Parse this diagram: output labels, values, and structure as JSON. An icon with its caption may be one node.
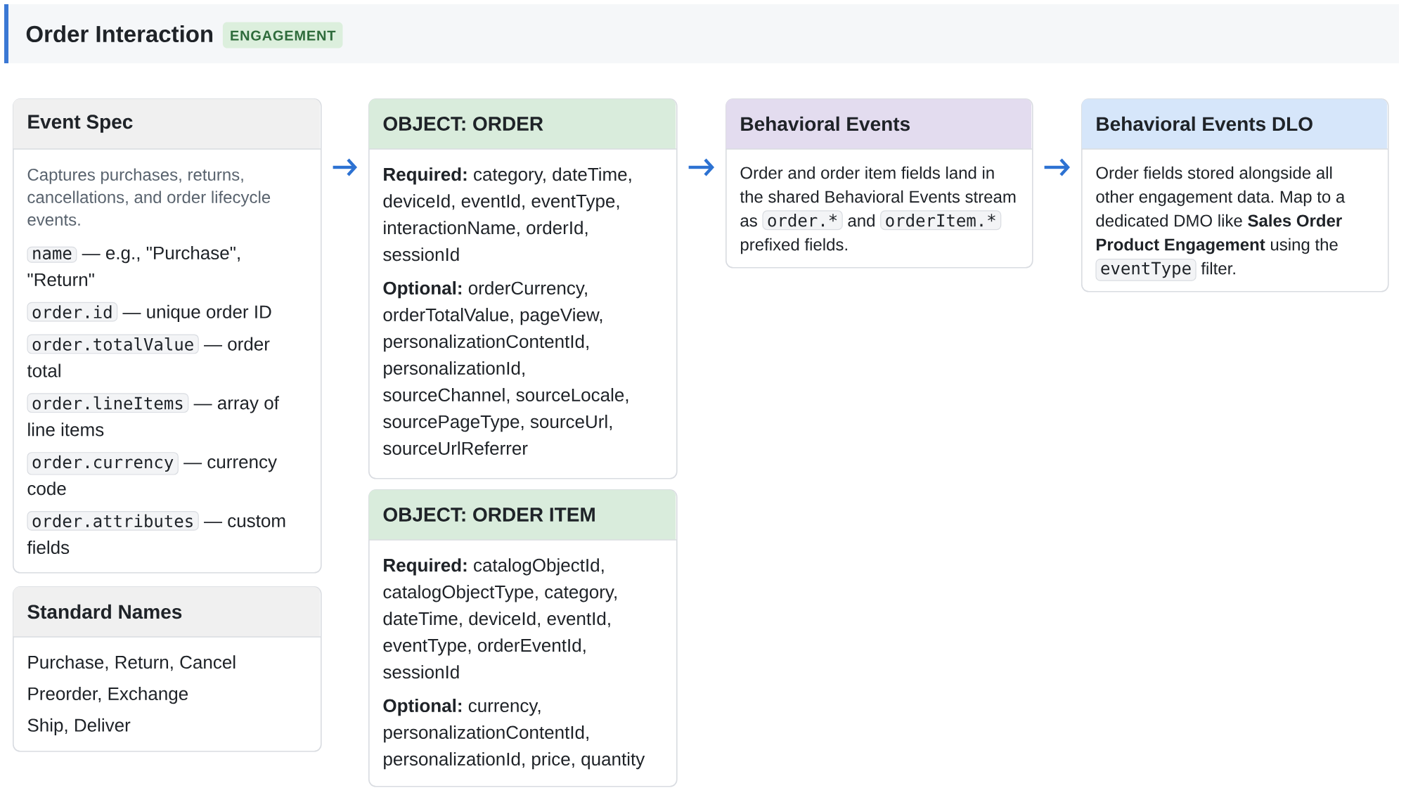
{
  "diagram": {
    "title": "Order Interaction",
    "nodes": [
      {
        "text": [
          "Event Spec",
          "Captures purchases, returns, cancellations, and order lifecycle events.",
          "name",
          "— e.g., \"Purchase\", \"Return\"",
          "order.id",
          "— unique order ID",
          "order.totalValue",
          "— order total",
          "order.lineItems",
          "— array of line items",
          "order.currency",
          "— currency code",
          "order.attributes",
          "— custom fields"
        ]
      },
      {
        "text": [
          "Standard Names",
          "Purchase, Return, Cancel",
          "Preorder, Exchange",
          "Ship, Deliver"
        ]
      },
      {
        "text": [
          "OBJECT: ORDER",
          "**Required:** category, dateTime, deviceId, eventId, eventType, interactionName, orderId, sessionId",
          "**Optional:** orderCurrency, orderTotalValue, pageView, personalizationContentId, personalizationId, sourceChannel, sourceLocale, sourcePageType, sourceUrl, sourceUrlReferrer"
        ]
      },
      {
        "text": [
          "OBJECT: ORDER ITEM",
          "**Required:** catalogObjectId, catalogObjectType, category, dateTime, deviceId, eventId, eventType, orderEventId, sessionId",
          "**Optional:** currency, personalizationContentId, personalizationId, price, quantity"
        ]
      },
      {
        "text": [
          "Behavioral Events",
          "Order and order item fields land in the shared Behavioral Events stream as",
          "order.*",
          "and",
          "orderItem.*",
          "prefixed fields."
        ]
      },
      {
        "text": [
          "Behavioral Events DLO",
          "Order fields stored alongside all other engagement data. Map to a dedicated DMO like **Sales Order Product Engagement** using the",
          "eventType",
          "filter."
        ]
      }
    ],
    "edges": [
      {
        "from": 0,
        "to": 2,
        "arrow": "to"
      },
      {
        "from": 2,
        "to": 4,
        "arrow": "to"
      },
      {
        "from": 4,
        "to": 5,
        "arrow": "to"
      }
    ],
    "labels": [
      "ENGAGEMENT"
    ]
  }
}
